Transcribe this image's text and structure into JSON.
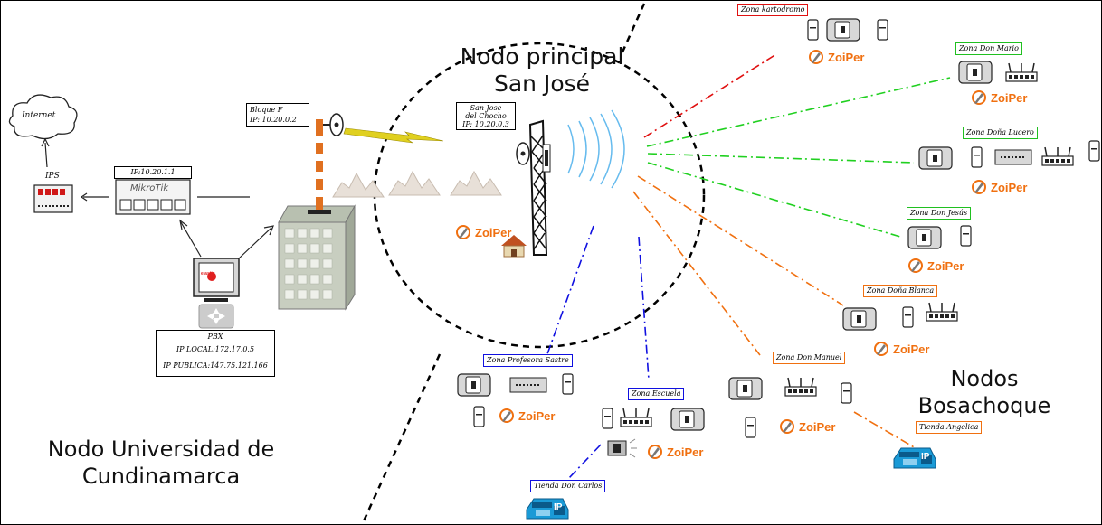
{
  "titles": {
    "main_node": "Nodo principal\nSan José",
    "university": "Nodo Universidad de\nCundinamarca",
    "bosachoque": "Nodos\nBosachoque"
  },
  "labels": {
    "internet": "Internet",
    "ips": "IPS",
    "mikrotik_ip": "IP:10.20.1.1",
    "mikrotik_brand": "MikroTik",
    "bloque_f": "Bloque F",
    "bloque_f_ip": "IP: 10.20.0.2",
    "san_jose_1": "San Jose",
    "san_jose_2": "del Chocho",
    "san_jose_ip": "IP: 10.20.0.3",
    "pbx": "PBX",
    "pbx_local": "IP LOCAL:172.17.0.5",
    "pbx_public": "IP PUBLICA:147.75.121.166",
    "elastix": "elastix"
  },
  "zones": {
    "kartodromo": "Zona kartodromo",
    "don_mario": "Zona Don Mario",
    "dona_lucero": "Zona Doña Lucero",
    "don_jesus": "Zona Don Jesús",
    "dona_blanca": "Zona Doña Blanca",
    "don_manuel": "Zona Don Manuel",
    "tienda_angelica": "Tienda Angelica",
    "profesora_sastre": "Zona Profesora Sastre",
    "escuela": "Zona Escuela",
    "tienda_don_carlos": "Tienda Don Carlos"
  },
  "zoiper": "ZoiPer",
  "ip_phone": "IP",
  "colors": {
    "red_link": "#e01010",
    "green_link": "#20d020",
    "blue_link": "#1010e0",
    "orange_link": "#f07010",
    "zoiper_orange": "#f07010",
    "phone_blue": "#1a9ad6"
  }
}
